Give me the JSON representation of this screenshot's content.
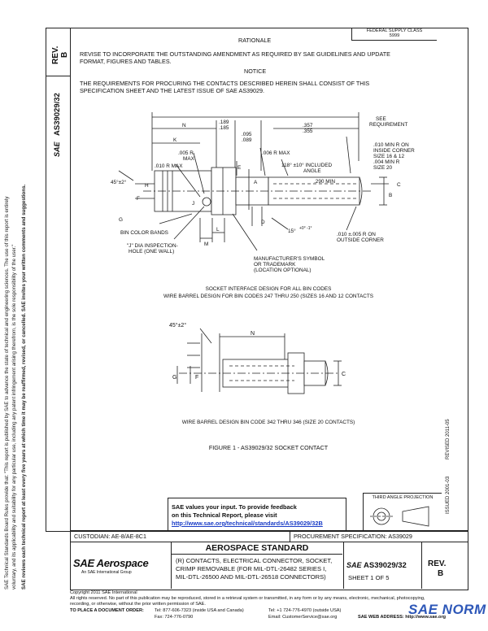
{
  "left_margin": {
    "line1": "SAE Technical Standards Board Rules provide that: \"This report is published by SAE to advance the state of technical and engineering sciences. The use of this report is entirely",
    "line2": "voluntary, and its applicability and suitability for any particular use, including any patent infringement arising therefrom, is the sole responsibility of the user.\"",
    "line3": "SAE reviews each technical report at least every five years at which time it may be reaffirmed, revised, or cancelled. SAE invites your written comments and suggestions."
  },
  "side_block": {
    "rev_label": "REV.",
    "rev_value": "B",
    "doc_id": "AS39029/32",
    "sae_mark": "SAE"
  },
  "header": {
    "rationale_title": "RATIONALE",
    "stamp_line1": "FEDERAL SUPPLY CLASS",
    "stamp_line2": "5999",
    "rationale_text_1": "REVISE TO INCORPORATE THE OUTSTANDING AMENDMENT AS REQUIRED BY SAE GUIDELINES AND UPDATE",
    "rationale_text_2": "FORMAT, FIGURES AND TABLES.",
    "notice_title": "NOTICE",
    "notice_text_1": "THE REQUIREMENTS FOR PROCURING THE CONTACTS DESCRIBED HEREIN SHALL CONSIST OF THIS",
    "notice_text_2": "SPECIFICATION SHEET AND THE LATEST ISSUE OF SAE AS39029."
  },
  "drawing": {
    "dims": {
      "n": "N",
      "k": "K",
      "d189": ".189",
      "d185": ".185",
      "d095": ".095",
      "d089": ".089",
      "d357": ".357",
      "d355": ".355",
      "see_req_1": "SEE",
      "see_req_2": "REQUIREMENT",
      "r005_1": ".005 R",
      "r005_2": "MAX",
      "r010": ".010 R MAX",
      "r006": ".006 R MAX",
      "angle118_1": "118° ±10° INCLUDED",
      "angle118_2": "ANGLE",
      "min290": ".290 MIN",
      "c1": ".010 MIN R ON",
      "c2": "INSIDE CORNER",
      "c3": "SIZE 16 & 12",
      "c4": ".004 MIN R",
      "c5": "SIZE 20",
      "angle45": "45°±2°",
      "h": "H",
      "e": "E",
      "f": "F",
      "g": "G",
      "j": "J",
      "d": "D",
      "l": "L",
      "m": "M",
      "a": "A",
      "b": "B",
      "c": "C",
      "angle15": "15°",
      "angle15_tol": "+0° -1°",
      "bin_bands": "BIN COLOR BANDS",
      "j_dia_1": "\"J\" DIA INSPECTION-",
      "j_dia_2": "HOLE (ONE WALL)",
      "mfr_1": "MANUFACTURER'S SYMBOL",
      "mfr_2": "OR TRADEMARK",
      "mfr_3": "(LOCATION OPTIONAL)",
      "outside_1": ".010 ±.005 R ON",
      "outside_2": "OUTSIDE CORNER"
    },
    "caption1": "SOCKET INTERFACE DESIGN FOR ALL BIN CODES",
    "caption2": "WIRE BARREL DESIGN FOR BIN CODES 247 THRU 250 (SIZES 16 AND 12 CONTACTS",
    "fig2": {
      "angle": "45°±2°",
      "n": "N",
      "g": "G",
      "f": "F",
      "c": "C"
    },
    "caption3": "WIRE BARREL DESIGN BIN CODE 342 THRU 346 (SIZE 20 CONTACTS)",
    "figure_title": "FIGURE 1 - AS39029/32 SOCKET CONTACT"
  },
  "feedback": {
    "line1": "SAE values your input. To provide feedback",
    "line2": "on this Technical Report, please visit",
    "link": "http://www.sae.org/technical/standards/AS39029/32B"
  },
  "projection": {
    "label": "THIRD ANGLE PROJECTION"
  },
  "right_rotated": {
    "issued": "ISSUED 2001-03",
    "revised": "REVISED 2011-05"
  },
  "footer": {
    "custodian": "CUSTODIAN: AE-8/AE-8C1",
    "procurement": "PROCUREMENT SPECIFICATION: AS39029",
    "logo_main": "SAE Aerospace",
    "logo_sub": "An SAE International Group",
    "std_title": "AEROSPACE STANDARD",
    "desc1": "(R) CONTACTS, ELECTRICAL CONNECTOR, SOCKET,",
    "desc2": "CRIMP REMOVABLE (FOR MIL-DTL-26482 SERIES I,",
    "desc3": "MIL-DTL-26500 AND MIL-DTL-26518 CONNECTORS)",
    "sae_mark": "SAE",
    "doc_id": "AS39029/32",
    "sheet": "SHEET 1 OF 5",
    "rev_label": "REV.",
    "rev_value": "B",
    "copyright1": "Copyright 2011 SAE International",
    "copyright2": "All rights reserved. No part of this publication may be reproduced, stored in a retrieval system or transmitted, in any form or by any means, electronic, mechanical, photocopying,",
    "copyright3": "recording, or otherwise, without the prior written permission of SAE.",
    "order_label": "TO PLACE A DOCUMENT ORDER:",
    "tel1": "Tel: 877-606-7323 (inside USA and Canada)",
    "tel2": "Tel: +1 724-776-4970 (outside USA)",
    "fax": "Fax: 724-776-0790",
    "email": "Email: CustomerService@sae.org",
    "web": "SAE WEB ADDRESS: http://www.sae.org",
    "watermark": "SAE NORM"
  }
}
